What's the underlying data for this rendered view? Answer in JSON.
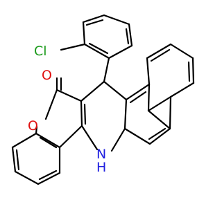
{
  "molecule": {
    "atom_labels": {
      "chlorine": "Cl",
      "carbonyl_oxygen": "O",
      "ring_oxygen": "O",
      "amine": "N",
      "amine_hydrogen": "H"
    },
    "colors": {
      "bond": "#000000",
      "carbon": "#000000",
      "chlorine": "#1a9a1a",
      "oxygen": "#e01010",
      "nitrogen": "#2020e0"
    }
  }
}
